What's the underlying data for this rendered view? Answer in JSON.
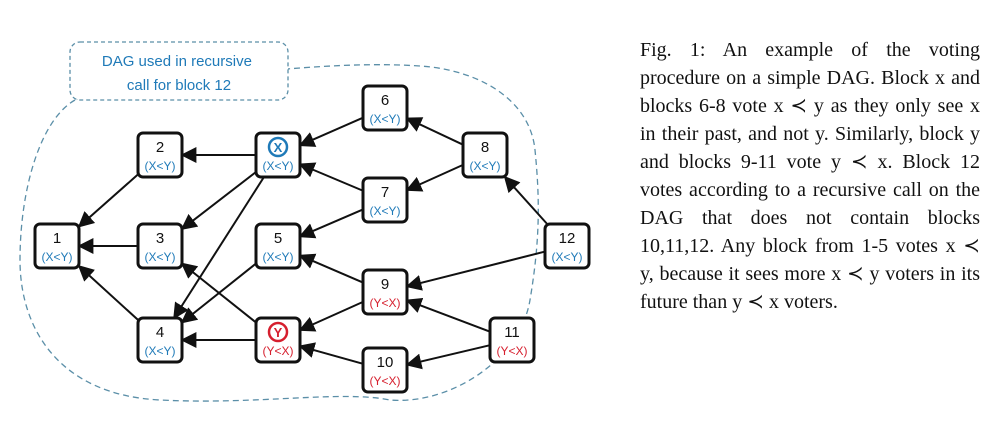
{
  "region_label": [
    "DAG used in recursive",
    "call for block 12"
  ],
  "nodes": [
    {
      "id": "1",
      "label": "1",
      "vote": "(X<Y)",
      "color": "blue"
    },
    {
      "id": "2",
      "label": "2",
      "vote": "(X<Y)",
      "color": "blue"
    },
    {
      "id": "3",
      "label": "3",
      "vote": "(X<Y)",
      "color": "blue"
    },
    {
      "id": "4",
      "label": "4",
      "vote": "(X<Y)",
      "color": "blue"
    },
    {
      "id": "X",
      "label": "X",
      "vote": "(X<Y)",
      "color": "blue",
      "circled": true
    },
    {
      "id": "5",
      "label": "5",
      "vote": "(X<Y)",
      "color": "blue"
    },
    {
      "id": "Y",
      "label": "Y",
      "vote": "(Y<X)",
      "color": "red",
      "circled": true
    },
    {
      "id": "6",
      "label": "6",
      "vote": "(X<Y)",
      "color": "blue"
    },
    {
      "id": "7",
      "label": "7",
      "vote": "(X<Y)",
      "color": "blue"
    },
    {
      "id": "9",
      "label": "9",
      "vote": "(Y<X)",
      "color": "red"
    },
    {
      "id": "10",
      "label": "10",
      "vote": "(Y<X)",
      "color": "red"
    },
    {
      "id": "8",
      "label": "8",
      "vote": "(X<Y)",
      "color": "blue"
    },
    {
      "id": "11",
      "label": "11",
      "vote": "(Y<X)",
      "color": "red"
    },
    {
      "id": "12",
      "label": "12",
      "vote": "(X<Y)",
      "color": "blue"
    }
  ],
  "edges": [
    [
      "2",
      "1"
    ],
    [
      "3",
      "1"
    ],
    [
      "4",
      "1"
    ],
    [
      "X",
      "2"
    ],
    [
      "X",
      "3"
    ],
    [
      "X",
      "4"
    ],
    [
      "5",
      "4"
    ],
    [
      "Y",
      "4"
    ],
    [
      "Y",
      "3"
    ],
    [
      "6",
      "X"
    ],
    [
      "7",
      "X"
    ],
    [
      "7",
      "5"
    ],
    [
      "9",
      "5"
    ],
    [
      "9",
      "Y"
    ],
    [
      "10",
      "Y"
    ],
    [
      "8",
      "6"
    ],
    [
      "8",
      "7"
    ],
    [
      "11",
      "9"
    ],
    [
      "11",
      "10"
    ],
    [
      "12",
      "8"
    ],
    [
      "12",
      "9"
    ]
  ],
  "colors": {
    "blue": "#1f7ab8",
    "red": "#d61f2e",
    "edge": "#111111",
    "region": "#5b8fa8"
  },
  "caption": {
    "fig_label": "Fig. 1:",
    "text": "An example of the voting procedure on a simple DAG. Block x and blocks 6-8 vote x ≺ y as they only see x in their past, and not y. Similarly, block y and blocks 9-11 vote y ≺ x. Block 12 votes according to a recursive call on the DAG that does not contain blocks 10,11,12. Any block from 1-5 votes x ≺ y, because it sees more x ≺ y voters in its future than y ≺ x voters."
  }
}
